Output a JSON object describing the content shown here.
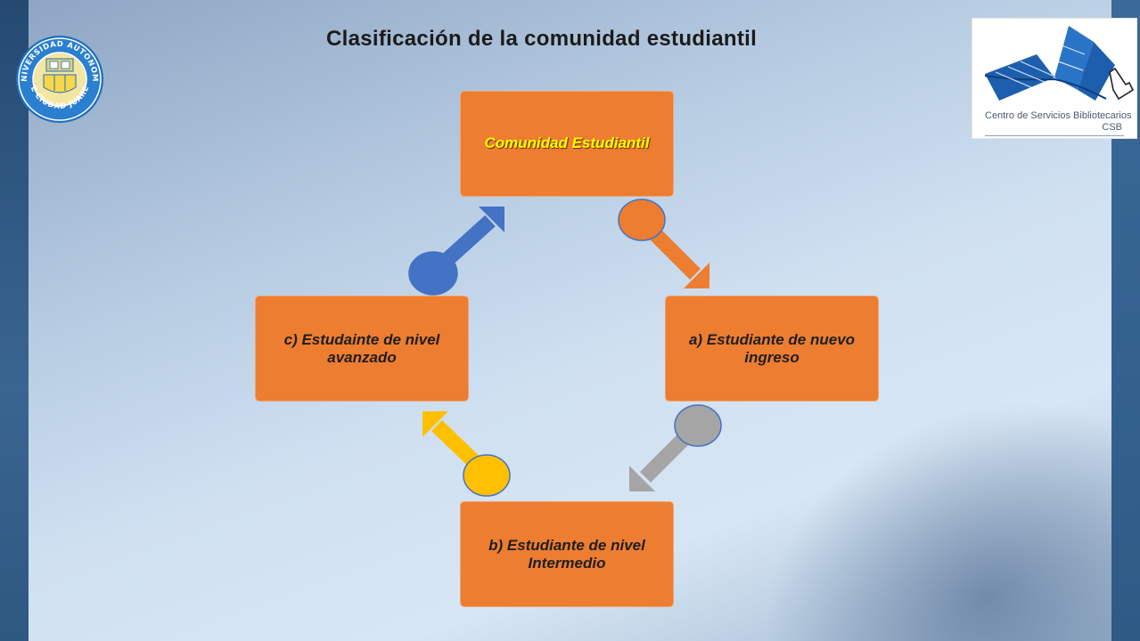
{
  "slide": {
    "title": "Clasificación de la comunidad estudiantil"
  },
  "logos": {
    "left_seal": "UNIVERSIDAD AUTONOMA DE CIUDAD JUAREZ",
    "csb_name": "Centro de Servicios Bibliotecarios",
    "csb_abbr": "CSB"
  },
  "diagram": {
    "nodes": [
      {
        "id": "top",
        "label": "Comunidad Estudiantil"
      },
      {
        "id": "right",
        "label": "a) Estudiante de nuevo ingreso"
      },
      {
        "id": "bottom",
        "label": "b) Estudiante de nivel Intermedio"
      },
      {
        "id": "left",
        "label": "c) Estudainte de nivel avanzado"
      }
    ]
  },
  "colors": {
    "box_fill": "#ed7d31",
    "top_label": "#ffff00",
    "arrow_orange": "#ed7d31",
    "arrow_gray": "#a5a5a5",
    "arrow_yellow": "#ffc000",
    "arrow_blue": "#4472c4"
  }
}
